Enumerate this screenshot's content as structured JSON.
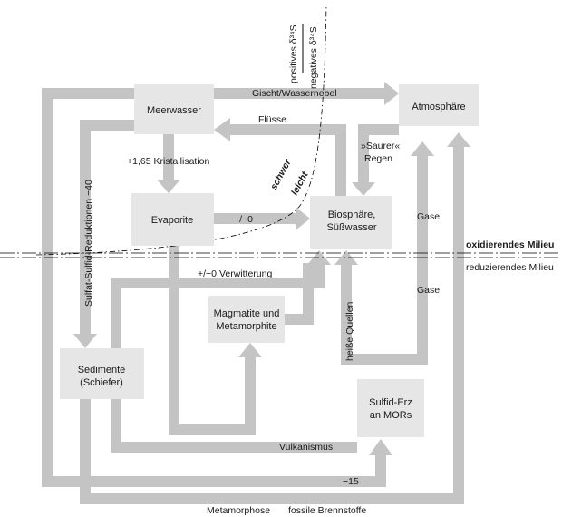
{
  "boxes": {
    "meerwasser": "Meerwasser",
    "atmosphaere": "Atmosphäre",
    "evaporite": "Evaporite",
    "biosphaere_1": "Biosphäre,",
    "biosphaere_2": "Süßwasser",
    "magmatite_1": "Magmatite und",
    "magmatite_2": "Metamorphite",
    "sedimente_1": "Sedimente",
    "sedimente_2": "(Schiefer)",
    "sulfid_erz_1": "Sulfid-Erz",
    "sulfid_erz_2": "an MORs"
  },
  "labels": {
    "gischt": "Gischt/Wassernebel",
    "fluesse": "Flüsse",
    "kristallisation": "+1,65 Kristallisation",
    "saurer_regen_1": "»Saurer«",
    "saurer_regen_2": "Regen",
    "evap_flux": "−/~0",
    "schwer": "schwer",
    "leicht": "leicht",
    "positives": "positives δ³⁴S",
    "negatives": "negatives δ³⁴S",
    "gase_upper": "Gase",
    "gase_lower": "Gase",
    "sulfat_reduktion": "Sulfat-Sulfid-Reduktionen −40",
    "verwitterung": "+/−0  Verwitterung",
    "heisse_quellen": "heiße Quellen",
    "vulkanismus": "Vulkanismus",
    "minus15": "−15",
    "metamorphose": "Metamorphose",
    "fossile": "fossile Brennstoffe",
    "oxidierend": "oxidierendes Milieu",
    "reduzierend": "reduzierendes Milieu"
  },
  "colors": {
    "box_fill": "#e6e6e6",
    "arrow": "#c4c4c4",
    "text": "#1a1a1a",
    "line": "#000000"
  }
}
